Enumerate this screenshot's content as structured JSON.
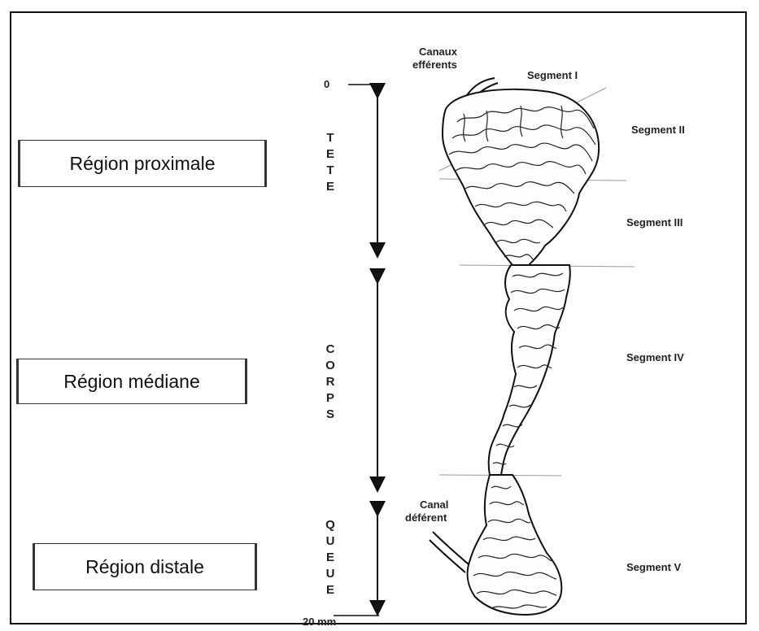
{
  "regions": {
    "proximal": "Région proximale",
    "median": "Région médiane",
    "distal": "Région distale"
  },
  "scale": {
    "start": "0",
    "end": "20 mm"
  },
  "zones": {
    "head": [
      "T",
      "E",
      "T",
      "E"
    ],
    "body": [
      "C",
      "O",
      "R",
      "P",
      "S"
    ],
    "tail": [
      "Q",
      "U",
      "E",
      "U",
      "E"
    ]
  },
  "structures": {
    "efferent_line1": "Canaux",
    "efferent_line2": "efférents",
    "deferent_line1": "Canal",
    "deferent_line2": "déférent"
  },
  "segments": [
    "Segment I",
    "Segment II",
    "Segment III",
    "Segment IV",
    "Segment V"
  ]
}
